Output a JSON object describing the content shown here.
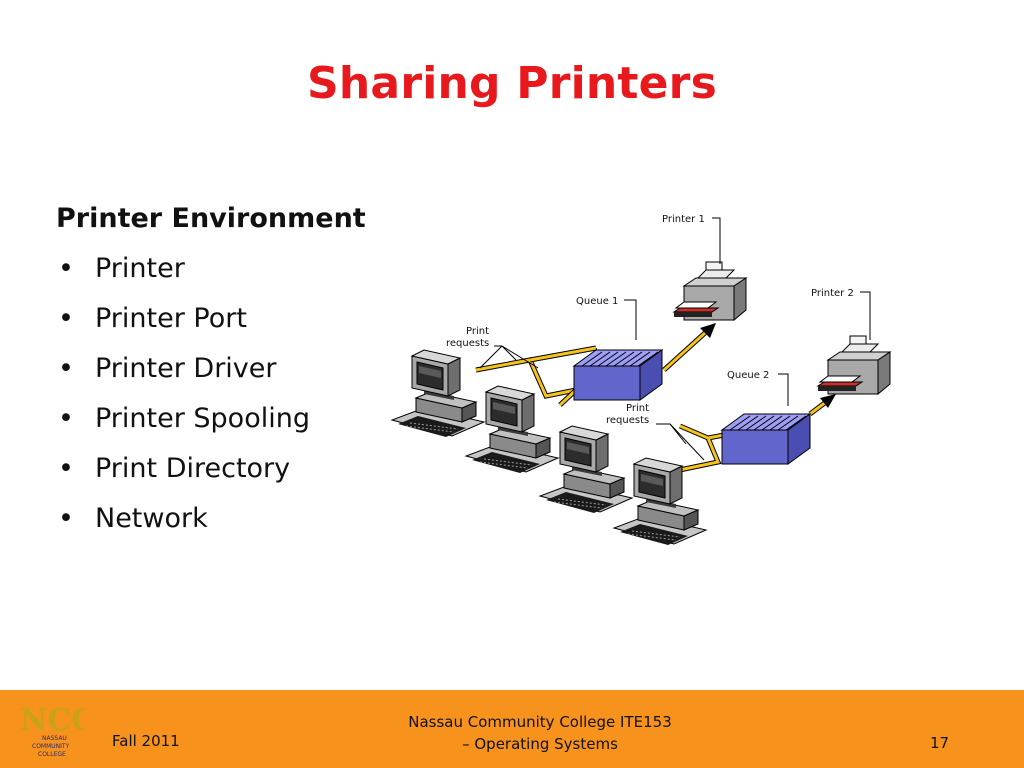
{
  "slide": {
    "title": "Sharing Printers",
    "heading": "Printer Environment",
    "bullet_symbol": "•",
    "bullets": [
      "Printer",
      "Printer Port",
      "Printer Driver",
      "Printer Spooling",
      "Print Directory",
      "Network"
    ]
  },
  "diagram": {
    "printer1_label": "Printer 1",
    "printer2_label": "Printer 2",
    "queue1_label": "Queue 1",
    "queue2_label": "Queue 2",
    "print_requests_1_line1": "Print",
    "print_requests_1_line2": "requests",
    "print_requests_2_line1": "Print",
    "print_requests_2_line2": "requests"
  },
  "footer": {
    "left": "Fall 2011",
    "center_line1": "Nassau Community College   ITE153",
    "center_line2": "– Operating Systems",
    "page_number": "17",
    "logo_letters": "NCC",
    "logo_text_line1": "NASSAU",
    "logo_text_line2": "COMMUNITY",
    "logo_text_line3": "COLLEGE"
  },
  "colors": {
    "title": "#e8191d",
    "footer_background": "#f7931d",
    "queue_fill": "#7f82f0",
    "connection_cable": "#f5c31a"
  }
}
